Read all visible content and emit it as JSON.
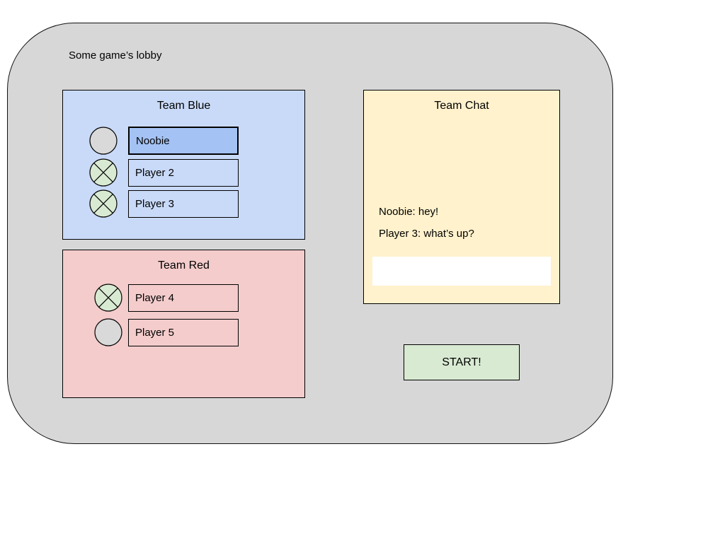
{
  "lobby": {
    "title": "Some game’s lobby"
  },
  "team_blue": {
    "title": "Team Blue",
    "players": [
      {
        "name": "Noobie",
        "status_icon": "empty-circle",
        "selected": true
      },
      {
        "name": "Player 2",
        "status_icon": "crossed-circle",
        "selected": false
      },
      {
        "name": "Player 3",
        "status_icon": "crossed-circle",
        "selected": false
      }
    ]
  },
  "team_red": {
    "title": "Team Red",
    "players": [
      {
        "name": "Player 4",
        "status_icon": "crossed-circle",
        "selected": false
      },
      {
        "name": "Player 5",
        "status_icon": "empty-circle",
        "selected": false
      }
    ]
  },
  "chat": {
    "title": "Team Chat",
    "messages": [
      "Noobie: hey!",
      "Player 3: what’s up?"
    ],
    "input_value": ""
  },
  "start_button": {
    "label": "START!"
  },
  "colors": {
    "lobby_bg": "#d7d7d7",
    "team_blue_bg": "#c9daf8",
    "selected_player_bg": "#a4c2f4",
    "team_red_bg": "#f4cccc",
    "chat_bg": "#fff2cc",
    "start_button_bg": "#d9ead3",
    "crossed_circle_bg": "#d9ead3",
    "empty_circle_bg": "#d9d9d9",
    "outline": "#000000"
  }
}
